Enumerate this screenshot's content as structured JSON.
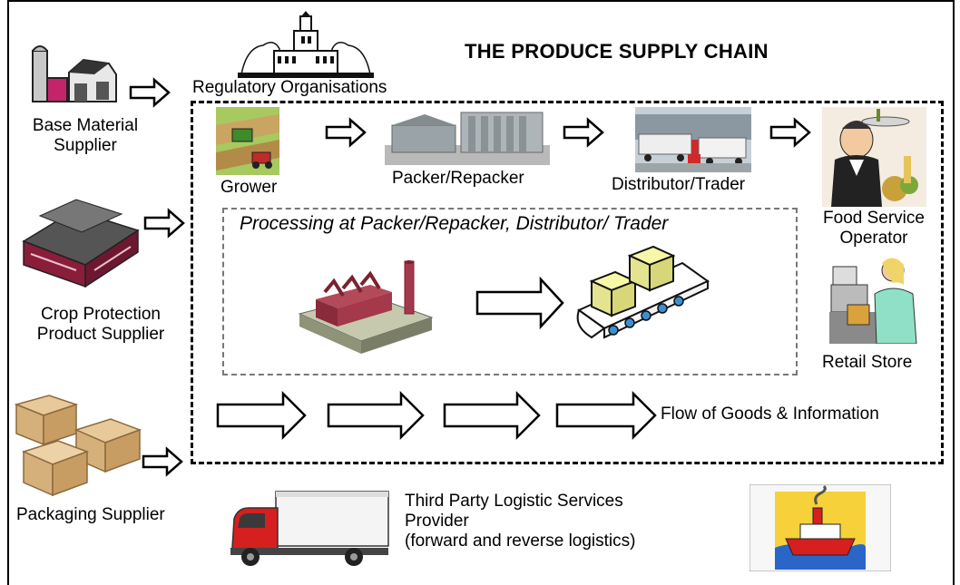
{
  "title": "THE PRODUCE SUPPLY CHAIN",
  "labels": {
    "regulatory": "Regulatory Organisations",
    "base_material": [
      "Base Material",
      "Supplier"
    ],
    "crop_protection": [
      "Crop Protection",
      "Product Supplier"
    ],
    "packaging": "Packaging Supplier",
    "grower": "Grower",
    "packer": "Packer/Repacker",
    "distributor": "Distributor/Trader",
    "food_service": [
      "Food Service",
      "Operator"
    ],
    "retail": "Retail Store",
    "processing": "Processing at Packer/Repacker, Distributor/ Trader",
    "flow": "Flow of Goods & Information",
    "third_party": [
      "Third Party Logistic Services",
      "Provider",
      "(forward and reverse logistics)"
    ]
  },
  "icons": [
    "silo-barn-icon",
    "capitol-building-icon",
    "warehouse-icon",
    "boxes-icon",
    "tractor-field-icon",
    "packhouse-icon",
    "distribution-trucks-icon",
    "waiter-icon",
    "factory-icon",
    "conveyor-icon",
    "cashier-icon",
    "delivery-truck-icon",
    "ship-icon"
  ]
}
